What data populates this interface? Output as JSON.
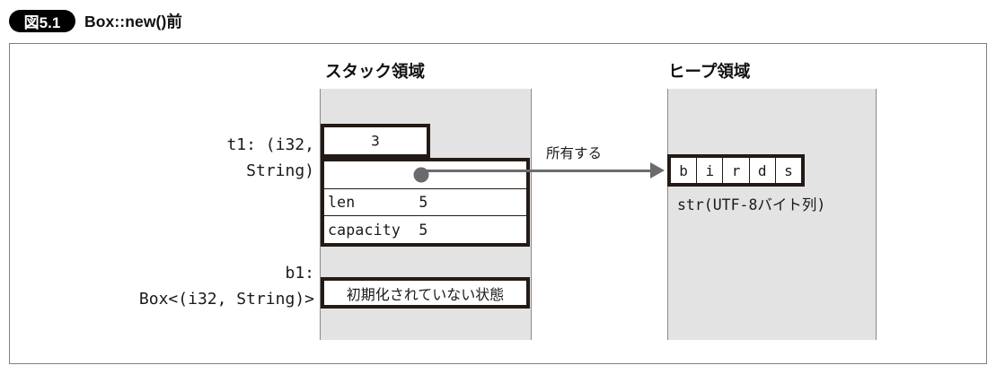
{
  "caption": {
    "badge": "図5.1",
    "title": "Box::new()前"
  },
  "columns": {
    "stack_heading": "スタック領域",
    "heap_heading": "ヒープ領域"
  },
  "stack": {
    "t1_label_line1": "t1: (i32,",
    "t1_label_line2": "String)",
    "t1_int_value": "3",
    "string_fields": [
      {
        "name": "",
        "value": ""
      },
      {
        "name": "len",
        "value": "5",
        "text": "len       5"
      },
      {
        "name": "capacity",
        "value": "5",
        "text": "capacity  5"
      }
    ],
    "b1_label_line1": "b1:",
    "b1_label_line2": "Box<(i32, String)>",
    "b1_state": "初期化されていない状態"
  },
  "arrow": {
    "label": "所有する"
  },
  "heap": {
    "bytes": [
      "b",
      "i",
      "r",
      "d",
      "s"
    ],
    "caption": "str(UTF-8バイト列)"
  },
  "colors": {
    "memory_fill": "#e3e3e3",
    "box_outline": "#231a16",
    "pointer": "#6b6b6b",
    "frame": "#808080",
    "badge_bg": "#000000"
  }
}
